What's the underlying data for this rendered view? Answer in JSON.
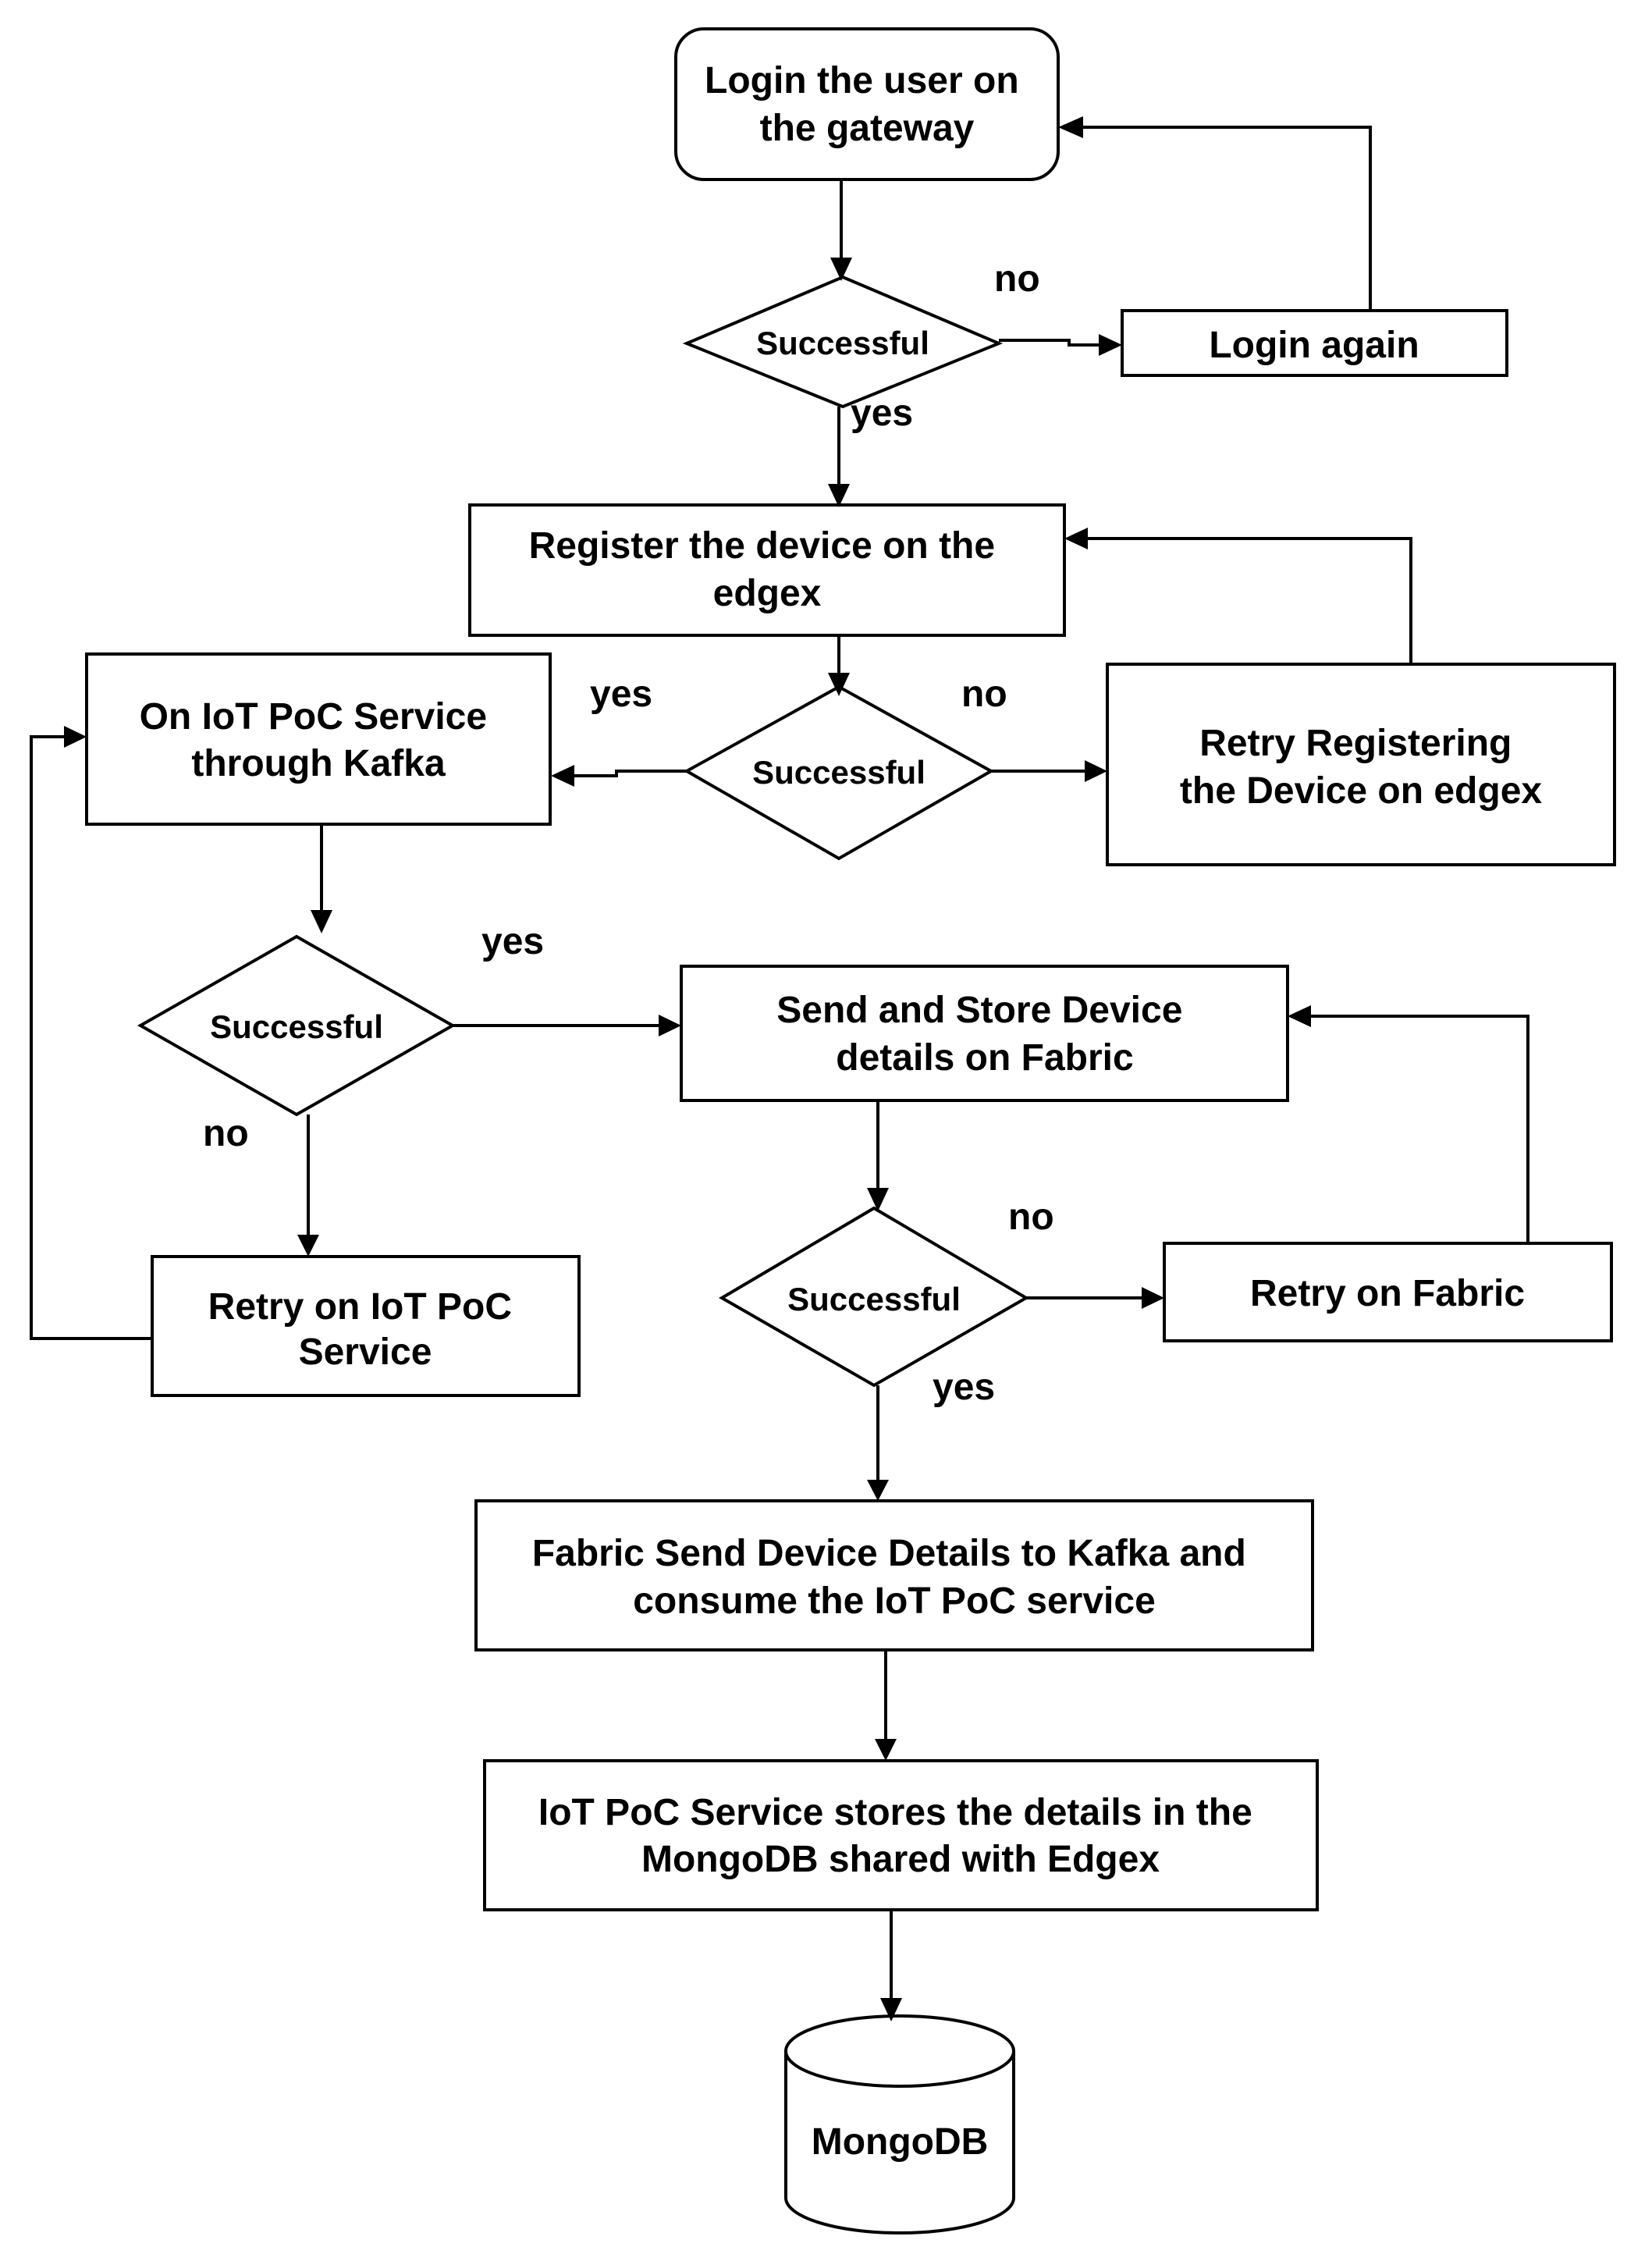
{
  "nodes": {
    "login": {
      "lines": [
        "Login the user on",
        "the gateway"
      ]
    },
    "decision_login": {
      "label": "Successful"
    },
    "login_again": {
      "lines": [
        "Login again"
      ]
    },
    "register": {
      "lines": [
        "Register the device on the",
        "edgex"
      ]
    },
    "decision_register": {
      "label": "Successful"
    },
    "retry_register": {
      "lines": [
        "Retry Registering",
        "the Device on edgex"
      ]
    },
    "iot_service": {
      "lines": [
        "On IoT PoC Service",
        "through Kafka"
      ]
    },
    "decision_iot": {
      "label": "Successful"
    },
    "retry_iot": {
      "lines": [
        "Retry on IoT PoC",
        "Service"
      ]
    },
    "send_store": {
      "lines": [
        "Send and Store Device",
        "details on Fabric"
      ]
    },
    "decision_fabric": {
      "label": "Successful"
    },
    "retry_fabric": {
      "lines": [
        "Retry on Fabric"
      ]
    },
    "fabric_send": {
      "lines": [
        "Fabric Send Device Details to Kafka and",
        "consume the IoT PoC service"
      ]
    },
    "iot_store": {
      "lines": [
        "IoT PoC Service stores the details in the",
        "MongoDB shared with Edgex"
      ]
    },
    "mongodb": {
      "label": "MongoDB"
    }
  },
  "edge_labels": {
    "login_no": "no",
    "login_yes": "yes",
    "register_yes": "yes",
    "register_no": "no",
    "iot_yes": "yes",
    "iot_no": "no",
    "fabric_no": "no",
    "fabric_yes": "yes"
  }
}
